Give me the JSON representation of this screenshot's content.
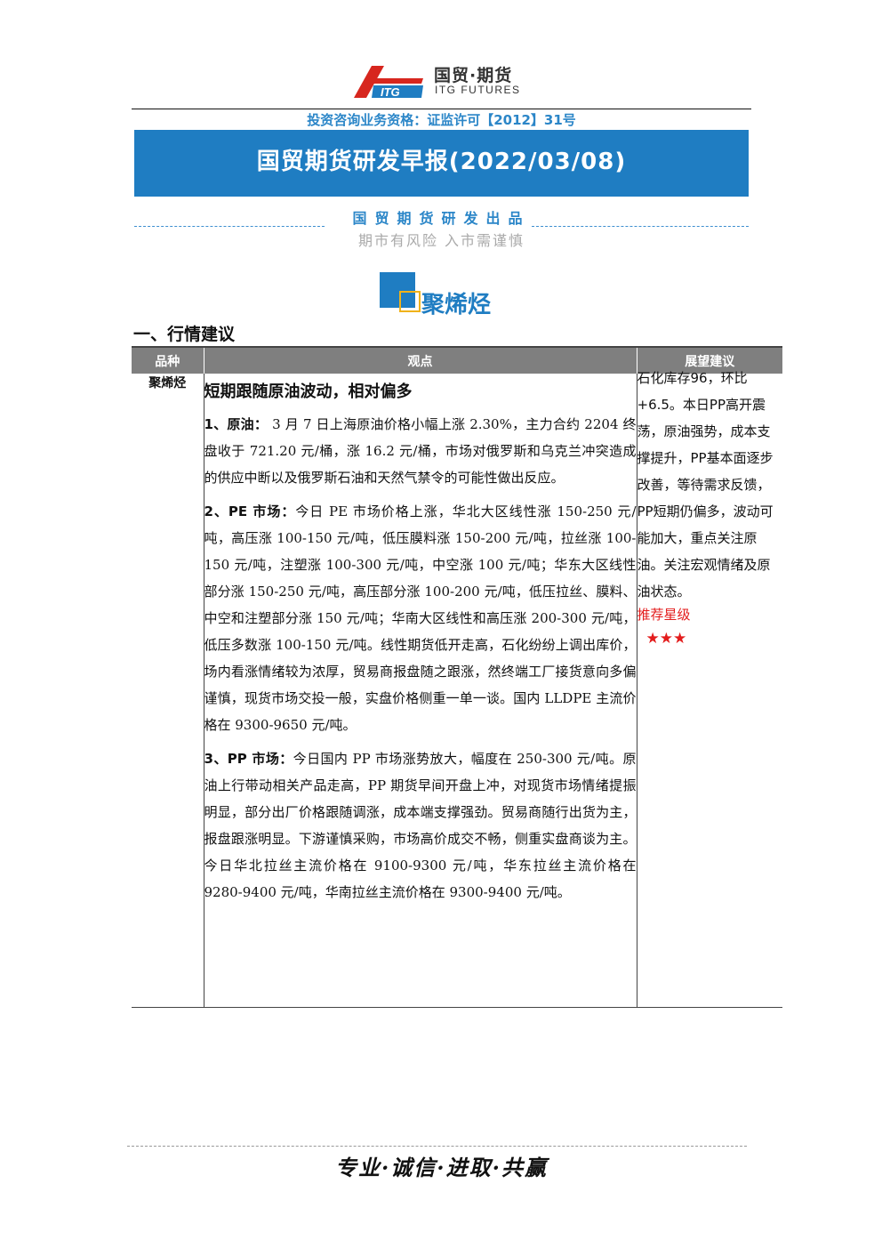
{
  "header": {
    "logo_cn": "国贸·期货",
    "logo_en": "ITG FUTURES",
    "qualification": "投资咨询业务资格：证监许可【2012】31号",
    "title": "国贸期货研发早报(2022/03/08)",
    "produced_by": "国贸期货研发出品",
    "risk_notice": "期市有风险 入市需谨慎"
  },
  "section": {
    "title": "聚烯烃",
    "heading": "一、行情建议"
  },
  "table": {
    "headers": [
      "品种",
      "观点",
      "展望建议"
    ],
    "kind": "聚烯烃",
    "view_title": "短期跟随原油波动，相对偏多",
    "paragraphs": [
      {
        "label": "1、原油：",
        "text": "3 月 7 日上海原油价格小幅上涨 2.30%，主力合约 2204 终盘收于 721.20 元/桶，涨 16.2 元/桶，市场对俄罗斯和乌克兰冲突造成的供应中断以及俄罗斯石油和天然气禁令的可能性做出反应。"
      },
      {
        "label": "2、PE 市场：",
        "text": "今日 PE 市场价格上涨，华北大区线性涨 150-250 元/吨，高压涨 100-150 元/吨，低压膜料涨 150-200 元/吨，拉丝涨 100-150 元/吨，注塑涨 100-300 元/吨，中空涨 100 元/吨；华东大区线性部分涨 150-250 元/吨，高压部分涨 100-200 元/吨，低压拉丝、膜料、中空和注塑部分涨 150 元/吨；华南大区线性和高压涨 200-300 元/吨，低压多数涨 100-150 元/吨。线性期货低开走高，石化纷纷上调出库价，场内看涨情绪较为浓厚，贸易商报盘随之跟涨，然终端工厂接货意向多偏谨慎，现货市场交投一般，实盘价格侧重一单一谈。国内 LLDPE 主流价格在 9300-9650 元/吨。"
      },
      {
        "label": "3、PP 市场：",
        "text": "今日国内 PP 市场涨势放大，幅度在 250-300 元/吨。原油上行带动相关产品走高，PP 期货早间开盘上冲，对现货市场情绪提振明显，部分出厂价格跟随调涨，成本端支撑强劲。贸易商随行出货为主，报盘跟涨明显。下游谨慎采购，市场高价成交不畅，侧重实盘商谈为主。今日华北拉丝主流价格在 9100-9300 元/吨，华东拉丝主流价格在 9280-9400 元/吨，华南拉丝主流价格在 9300-9400 元/吨。"
      }
    ],
    "advice": "石化库存96，环比+6.5。本日PP高开震荡，原油强势，成本支撑提升，PP基本面逐步改善，等待需求反馈，PP短期仍偏多，波动可能加大，重点关注原油。关注宏观情绪及原油状态。",
    "rating_label": "推荐星级",
    "stars": "★★★"
  },
  "footer": {
    "motto": "专业·诚信·进取·共赢"
  },
  "colors": {
    "brand_blue": "#1f7dc2",
    "header_gray": "#7f7f7f",
    "accent_yellow": "#f0b21a",
    "rating_red": "#e31c1c"
  }
}
